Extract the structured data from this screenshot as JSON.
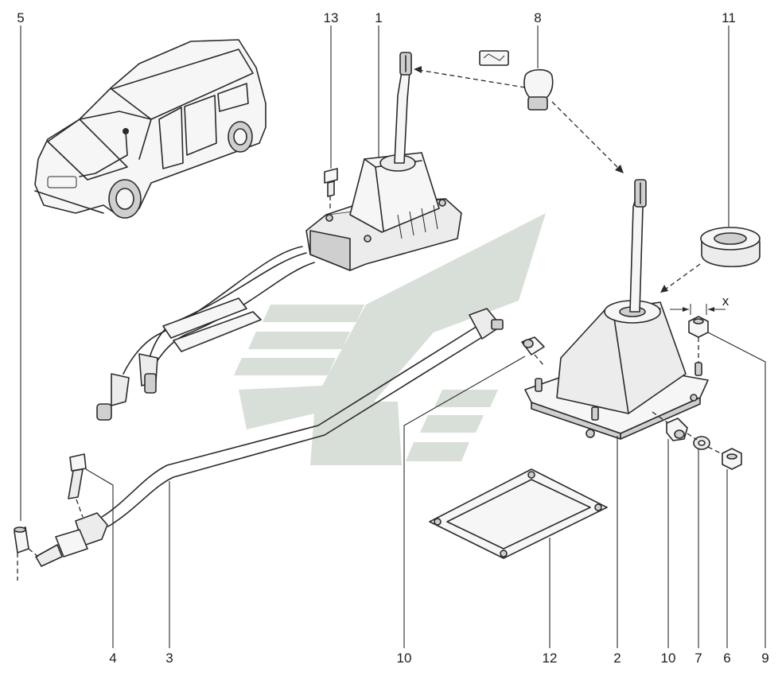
{
  "callouts": {
    "c1": "1",
    "c2": "2",
    "c3": "3",
    "c4": "4",
    "c5": "5",
    "c6": "6",
    "c7": "7",
    "c8": "8",
    "c9": "9",
    "c10a": "10",
    "c10b": "10",
    "c11": "11",
    "c12": "12",
    "c13": "13"
  },
  "dimension_label": "x",
  "colors": {
    "line": "#2a2a2a",
    "part_fill": "#ececec",
    "watermark": "#b8c2b8"
  }
}
